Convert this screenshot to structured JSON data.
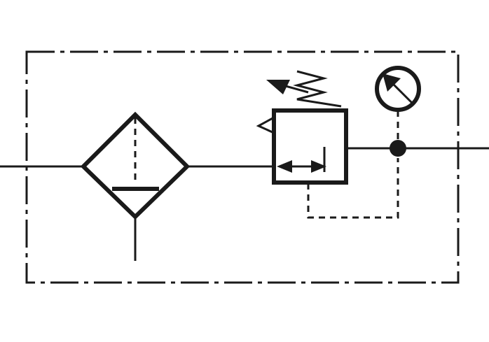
{
  "diagram": {
    "components": [
      {
        "id": "filter",
        "symbol": "filter-with-manual-drain-icon"
      },
      {
        "id": "regulator",
        "symbol": "pressure-regulator-icon"
      },
      {
        "id": "gauge",
        "symbol": "pressure-gauge-icon"
      }
    ],
    "colors": {
      "line": "#1a1a1a",
      "background": "#ffffff"
    }
  }
}
